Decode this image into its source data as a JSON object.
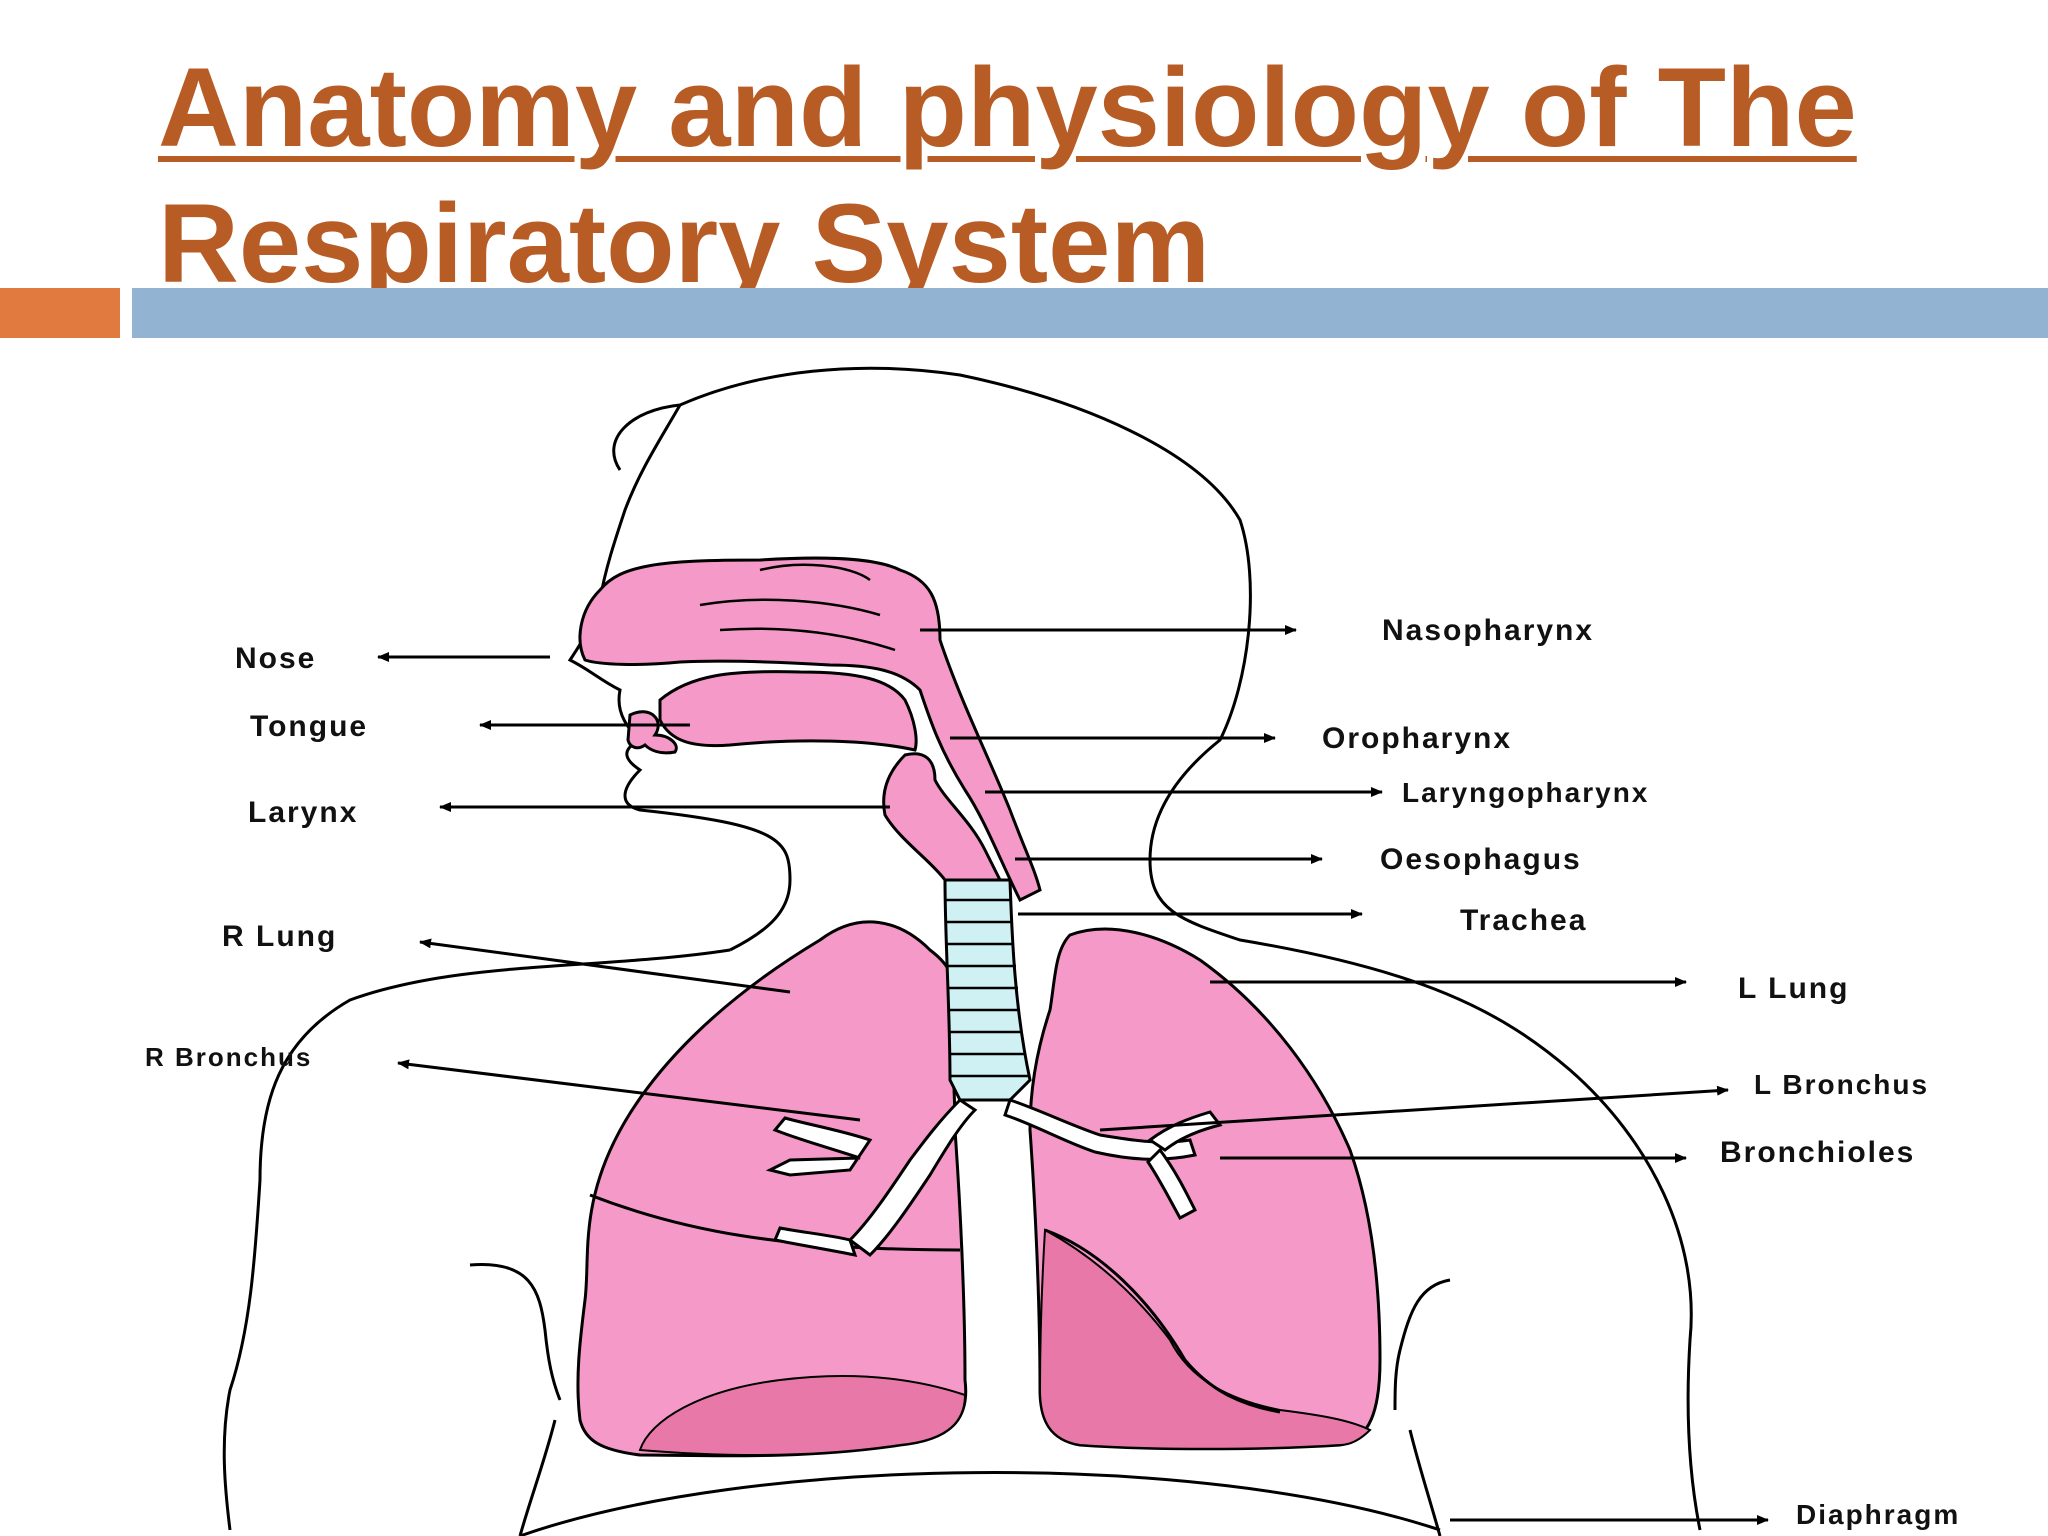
{
  "title": "Anatomy and physiology of The Respiratory System",
  "colors": {
    "title": "#B85C26",
    "accent_orange": "#E07A3E",
    "accent_blue": "#93B3D2",
    "tissue_pink": "#F59AC8",
    "tissue_dark_pink": "#E878A8",
    "trachea_cyan": "#CFF1F4"
  },
  "labels": {
    "left": [
      "Nose",
      "Tongue",
      "Larynx",
      "R Lung",
      "R Bronchus"
    ],
    "right": [
      "Nasopharynx",
      "Oropharynx",
      "Laryngopharynx",
      "Oesophagus",
      "Trachea",
      "L Lung",
      "L Bronchus",
      "Bronchioles",
      "Diaphragm"
    ]
  }
}
